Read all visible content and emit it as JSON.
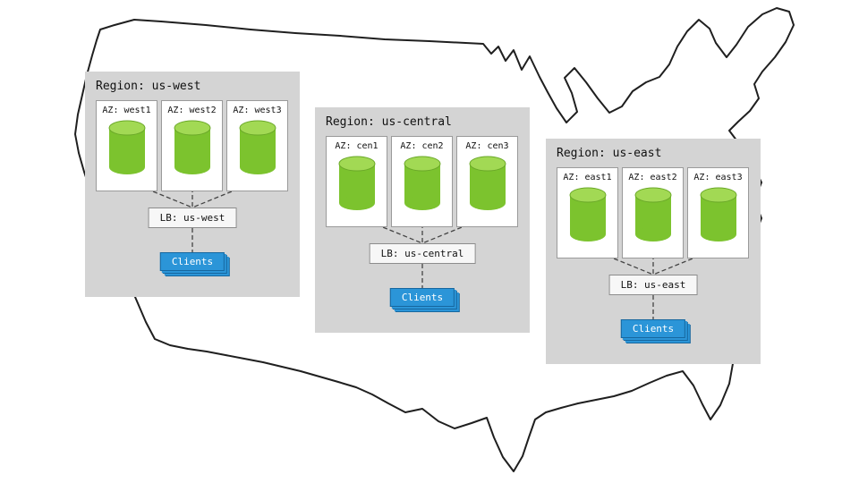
{
  "regions": [
    {
      "id": "us-west",
      "label": "Region: us-west",
      "azs": [
        "AZ: west1",
        "AZ: west2",
        "AZ: west3"
      ],
      "lb": "LB: us-west",
      "clients": "Clients"
    },
    {
      "id": "us-central",
      "label": "Region: us-central",
      "azs": [
        "AZ: cen1",
        "AZ: cen2",
        "AZ: cen3"
      ],
      "lb": "LB: us-central",
      "clients": "Clients"
    },
    {
      "id": "us-east",
      "label": "Region: us-east",
      "azs": [
        "AZ: east1",
        "AZ: east2",
        "AZ: east3"
      ],
      "lb": "LB: us-east",
      "clients": "Clients"
    }
  ],
  "colors": {
    "region_bg": "#d4d4d4",
    "az_bg": "#ffffff",
    "az_border": "#9a9a9a",
    "lb_bg": "#f7f7f7",
    "lb_border": "#8c8c8c",
    "clients_bg": "#2b95d8",
    "clients_border": "#16679f",
    "clients_text": "#ffffff",
    "cylinder_body": "#7cc32e",
    "cylinder_top": "#a2d954",
    "cylinder_edge": "#6aa828",
    "connector": "#444444",
    "map_outline": "#1f1f1f"
  }
}
